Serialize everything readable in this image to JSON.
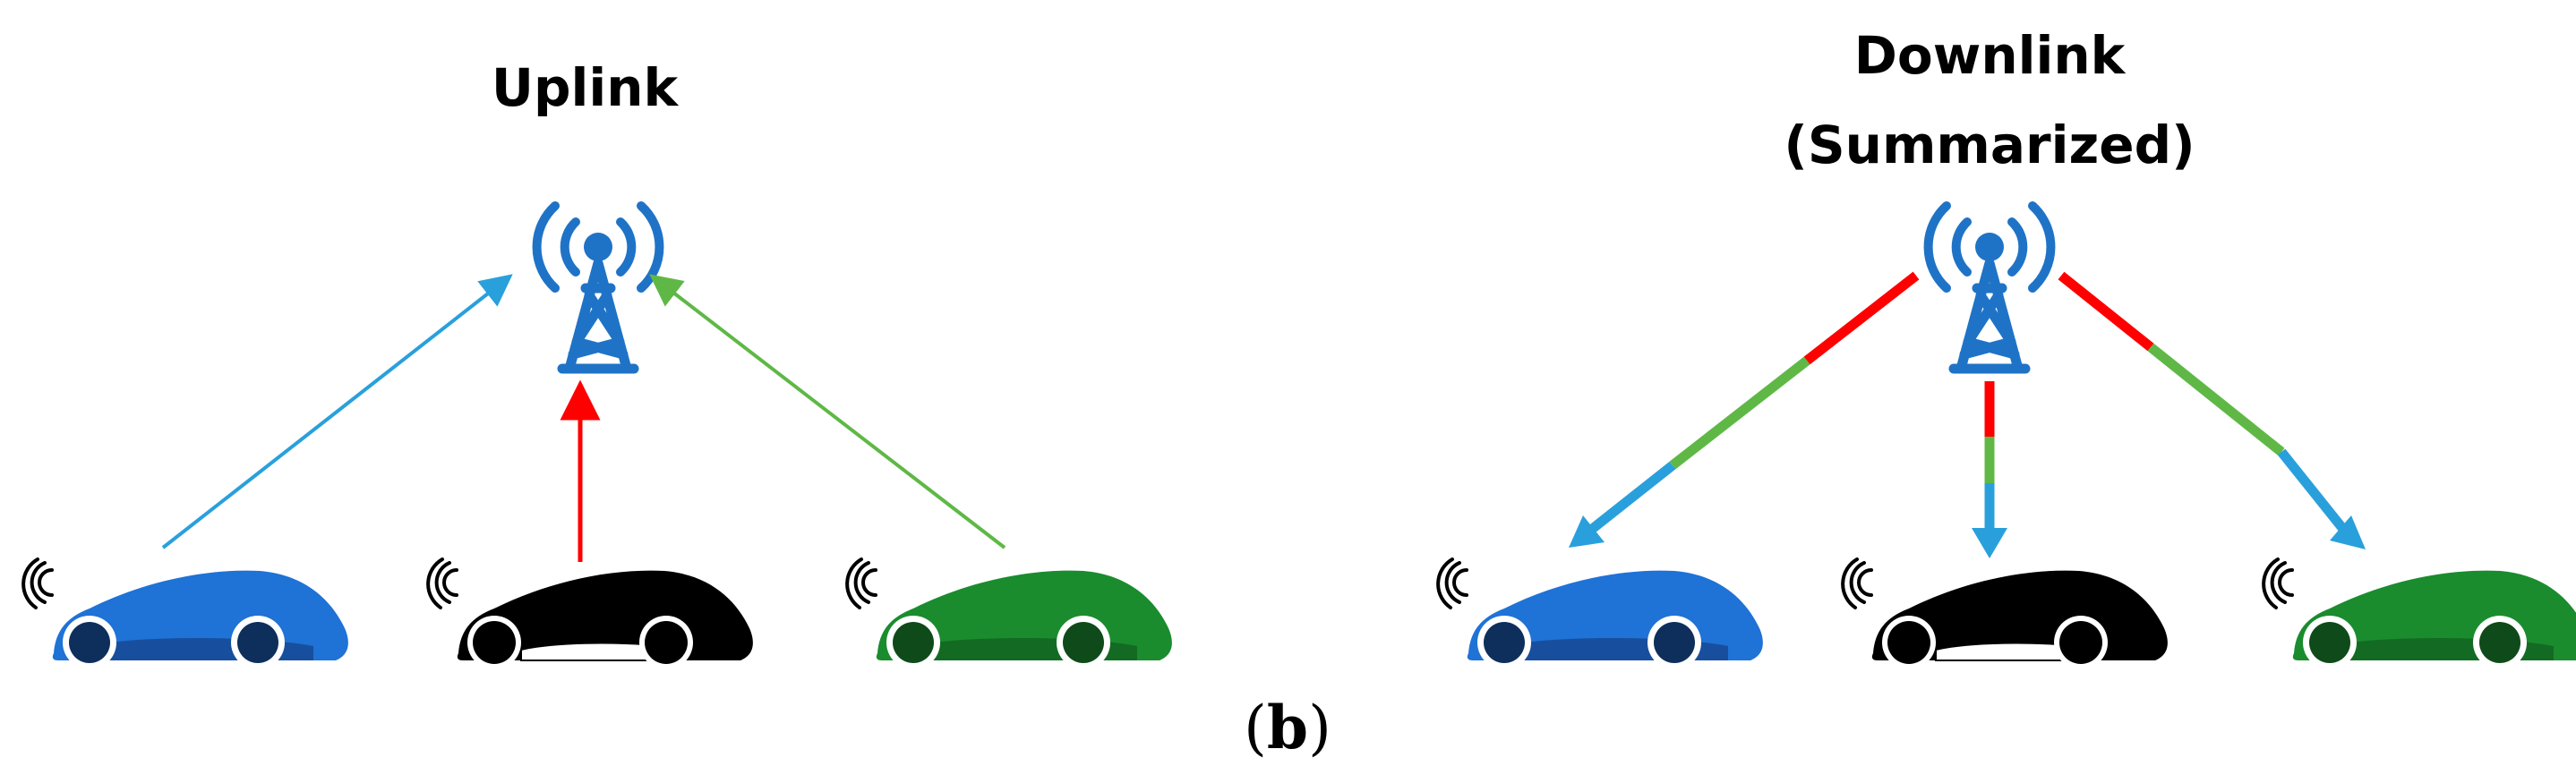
{
  "panels": {
    "uplink": {
      "title": "Uplink"
    },
    "downlink": {
      "title_line1": "Downlink",
      "title_line2": "(Summarized)"
    }
  },
  "caption": {
    "open": "(",
    "letter": "b",
    "close": ")"
  },
  "colors": {
    "tower": "#1f73c7",
    "car_blue": "#1f72d6",
    "car_black": "#000000",
    "car_green": "#1a8c2e",
    "link_blue": "#29a0dc",
    "link_red": "#ff0000",
    "link_green": "#5fb846"
  },
  "icons": [
    "cell-tower-icon",
    "car-icon",
    "signal-waves-icon"
  ]
}
